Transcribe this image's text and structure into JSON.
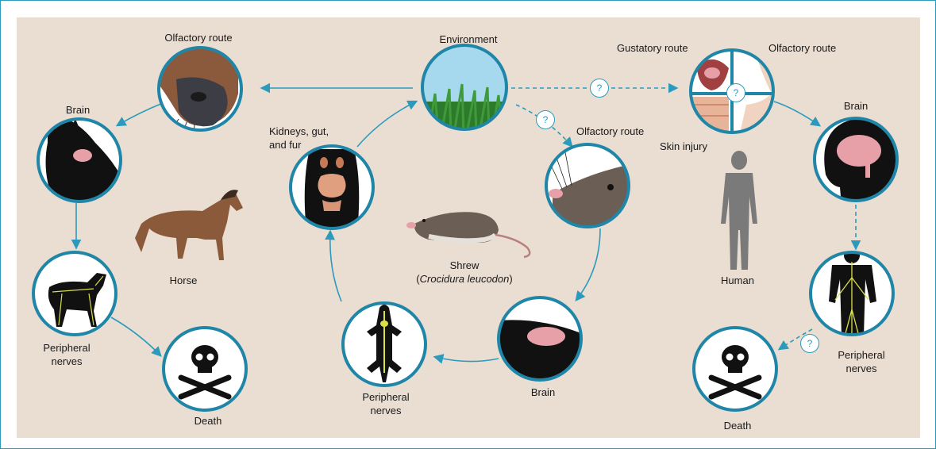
{
  "colors": {
    "background": "#eaddd2",
    "frame": "#2a9bbd",
    "arrow": "#2a9bbd",
    "circle_border": "#1f86a8",
    "silhouette": "#111111",
    "brain": "#e8a0a8",
    "nerves": "#d9e04a"
  },
  "question_mark": "?",
  "labels": {
    "horse_olfactory": "Olfactory route",
    "horse_brain": "Brain",
    "horse": "Horse",
    "horse_peripheral_1": "Peripheral",
    "horse_peripheral_2": "nerves",
    "horse_death": "Death",
    "environment": "Environment",
    "kidneys_1": "Kidneys, gut,",
    "kidneys_2": "and fur",
    "shrew_olfactory": "Olfactory route",
    "shrew_1": "Shrew",
    "shrew_2_open": "(",
    "shrew_2_italic": "Crocidura leucodon",
    "shrew_2_close": ")",
    "shrew_brain": "Brain",
    "shrew_peripheral_1": "Peripheral",
    "shrew_peripheral_2": "nerves",
    "gustatory": "Gustatory route",
    "human_olfactory": "Olfactory route",
    "skin_injury": "Skin injury",
    "human_brain": "Brain",
    "human": "Human",
    "human_peripheral_1": "Peripheral",
    "human_peripheral_2": "nerves",
    "human_death": "Death"
  },
  "icons": [
    "horse-nose-icon",
    "horse-head-brain-icon",
    "horse-nerves-icon",
    "skull-crossbones-icon",
    "grass-icon",
    "shrew-body-organs-icon",
    "shrew-nose-icon",
    "shrew-head-brain-icon",
    "shrew-nerves-icon",
    "mouth-skin-nose-icon",
    "human-head-brain-icon",
    "human-nerves-icon",
    "horse-figure-icon",
    "shrew-figure-icon",
    "human-figure-icon"
  ]
}
